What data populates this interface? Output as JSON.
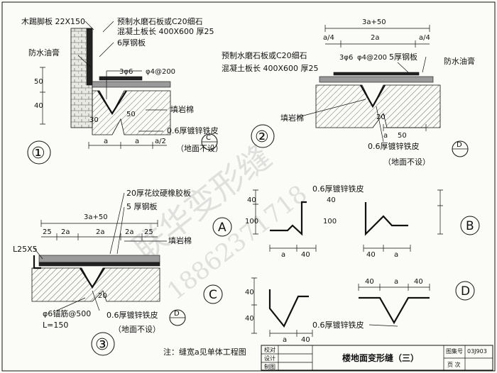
{
  "sheet": {
    "title": "楼地面变形缝（三）",
    "atlas_label": "图集号",
    "atlas_no": "03J903",
    "page_label": "页 次",
    "review_label": "校对",
    "design_label": "设计",
    "draw_label": "制图",
    "note": "注：缝宽a见单体工程图"
  },
  "detail1": {
    "id": "①",
    "label_skirting": "木踢脚板 22X150",
    "label_slab_1": "预制水磨石板或C20细石",
    "label_slab_2": "混凝土板长 400X600 厚25",
    "label_steel": "6厚钢板",
    "label_ointment": "防水油膏",
    "label_rebar": "3φ6",
    "label_mesh": "φ4@200",
    "label_fill": "填岩棉",
    "label_sheet": "0.6厚镀锌铁皮",
    "label_note": "（地面不设）",
    "ref": "C",
    "dims": [
      "50",
      "40",
      "30",
      "50",
      "a",
      "a",
      "a/2"
    ]
  },
  "detail2": {
    "id": "②",
    "label_top": "3a+50",
    "label_a4": "a/4",
    "label_2a": "2a",
    "label_slab_1": "预制水磨石板或C20细石",
    "label_slab_2": "混凝土板长 400X600 厚25",
    "label_rebar": "3φ6",
    "label_mesh": "φ4@200",
    "label_steel": "5厚钢板",
    "label_ointment": "防水油膏",
    "label_fill": "填岩棉",
    "label_sheet": "0.6厚镀锌铁皮",
    "label_note": "（地面不设）",
    "ref": "D",
    "dims": [
      "20",
      "50",
      "a"
    ]
  },
  "detail3": {
    "id": "③",
    "label_rubber": "20厚花纹硬橡胶板",
    "label_steel": "5 厚钢板",
    "label_top": "3a+50",
    "label_angle": "L25X5",
    "label_fill": "填岩棉",
    "label_anchor": "φ6锚筋@500",
    "label_len": "L=150",
    "label_sheet": "0.6厚镀锌铁皮",
    "label_note": "（地面不设）",
    "ref": "D",
    "dims": [
      "25",
      "2a",
      "2a",
      "2a",
      "25",
      "20"
    ]
  },
  "profileA": {
    "id": "A",
    "label": "0.6厚镀锌铁皮",
    "dims": [
      "40",
      "100",
      "a",
      "40"
    ]
  },
  "profileB": {
    "id": "B",
    "dims": [
      "40",
      "100",
      "40",
      "a"
    ]
  },
  "profileC": {
    "id": "C",
    "dims": [
      "40",
      "40",
      "a",
      "40"
    ]
  },
  "profileD": {
    "id": "D",
    "label": "0.6厚镀锌铁皮",
    "dims": [
      "40",
      "a",
      "40"
    ]
  },
  "watermark": {
    "text1": "联华变形缝",
    "text2": "18862371718"
  }
}
